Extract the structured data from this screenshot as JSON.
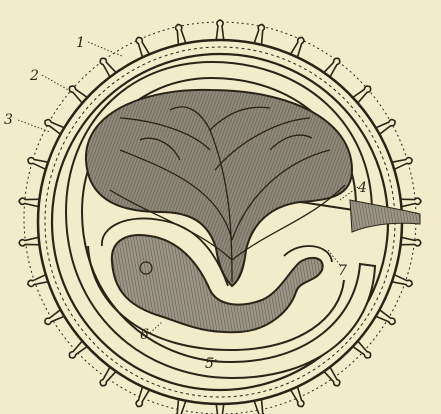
{
  "figure": {
    "labels": [
      {
        "id": "1",
        "text": "1"
      },
      {
        "id": "2",
        "text": "2"
      },
      {
        "id": "3",
        "text": "3"
      },
      {
        "id": "4",
        "text": "4"
      },
      {
        "id": "5",
        "text": "5"
      },
      {
        "id": "6",
        "text": "6"
      },
      {
        "id": "7",
        "text": "7"
      }
    ],
    "colors": {
      "paper": "#f2ecca",
      "ink": "#2a2418",
      "shade": "#8f8a7a",
      "shade_dark": "#6e6a5c"
    }
  }
}
